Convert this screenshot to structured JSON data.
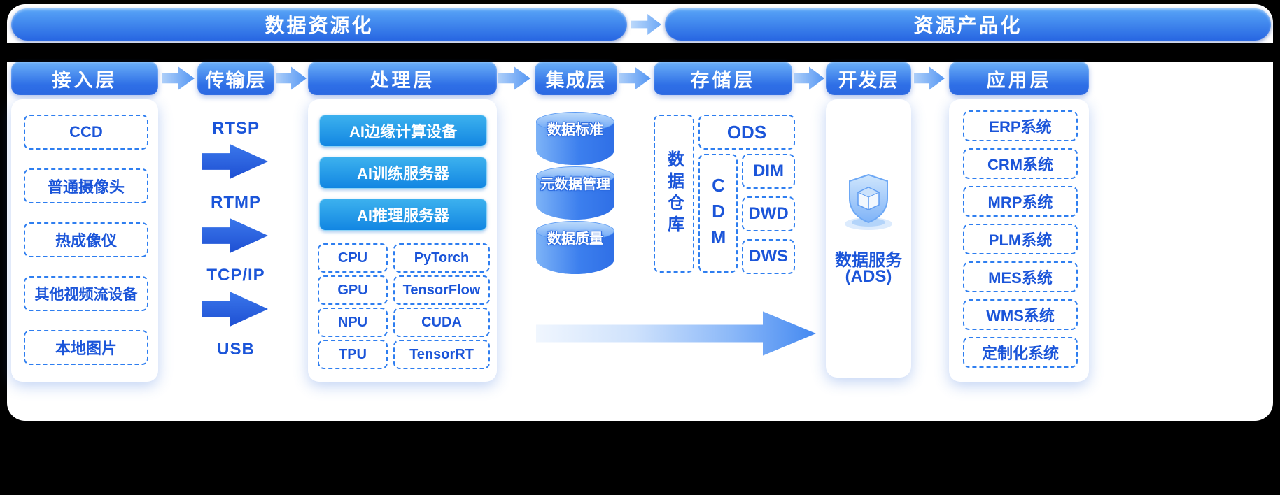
{
  "banners": {
    "left": "数据资源化",
    "right": "资源产品化"
  },
  "access": {
    "title": "接入层",
    "items": [
      "CCD",
      "普通摄像头",
      "热成像仪",
      "其他视频流设备",
      "本地图片"
    ]
  },
  "transport": {
    "title": "传输层",
    "protocols": [
      "RTSP",
      "RTMP",
      "TCP/IP",
      "USB"
    ]
  },
  "process": {
    "title": "处理层",
    "servers": [
      "AI边缘计算设备",
      "AI训练服务器",
      "AI推理服务器"
    ],
    "chips": [
      "CPU",
      "GPU",
      "NPU",
      "TPU"
    ],
    "frameworks": [
      "PyTorch",
      "TensorFlow",
      "CUDA",
      "TensorRT"
    ]
  },
  "integration": {
    "title": "集成层",
    "cylinders": [
      "数据标准",
      "元数据管理",
      "数据质量"
    ]
  },
  "storage": {
    "title": "存储层",
    "warehouse": "数据仓库",
    "ods": "ODS",
    "cdm": "CDM",
    "layers": [
      "DIM",
      "DWD",
      "DWS"
    ]
  },
  "develop": {
    "title": "开发层",
    "service_name": "数据服务",
    "service_code": "(ADS)"
  },
  "application": {
    "title": "应用层",
    "items": [
      "ERP系统",
      "CRM系统",
      "MRP系统",
      "PLM系统",
      "MES系统",
      "WMS系统",
      "定制化系统"
    ]
  },
  "colors": {
    "primary_blue": "#2e6fe6",
    "light_blue": "#aecff9",
    "text_blue": "#1b55d9",
    "button_blue": "#1286e2",
    "background": "#000000",
    "panel_white": "#ffffff"
  }
}
